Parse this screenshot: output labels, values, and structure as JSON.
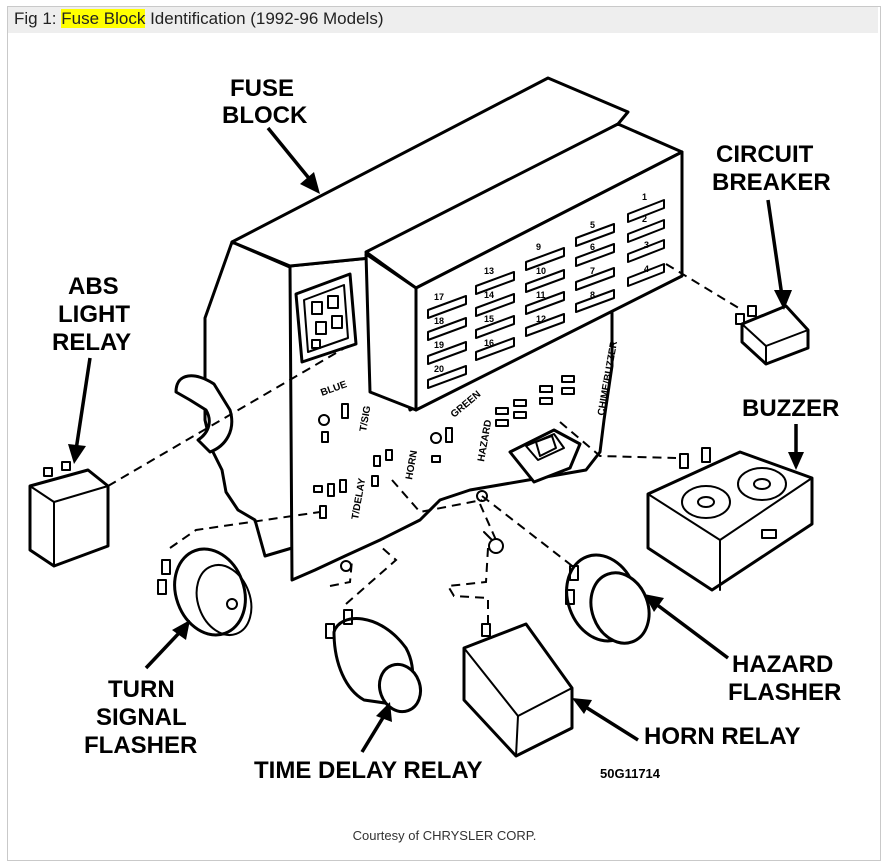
{
  "header": {
    "prefix": "Fig 1: ",
    "highlight": "Fuse Block",
    "rest": " Identification (1992-96 Models)"
  },
  "diagram": {
    "labels": {
      "fuse_block_1": "FUSE",
      "fuse_block_2": "BLOCK",
      "circuit_breaker_1": "CIRCUIT",
      "circuit_breaker_2": "BREAKER",
      "abs_1": "ABS",
      "abs_2": "LIGHT",
      "abs_3": "RELAY",
      "buzzer": "BUZZER",
      "turn_1": "TURN",
      "turn_2": "SIGNAL",
      "turn_3": "FLASHER",
      "hazard_1": "HAZARD",
      "hazard_2": "FLASHER",
      "horn_relay": "HORN RELAY",
      "time_delay_relay": "TIME DELAY RELAY",
      "code": "50G11714"
    },
    "terminals": {
      "blue": "BLUE",
      "tsig": "T/SIG",
      "green": "GREEN",
      "hazard": "HAZARD",
      "horn": "HORN",
      "tdelay": "T/DELAY",
      "chime": "CHIME/BUZZER"
    },
    "fuse_numbers": [
      "1",
      "2",
      "3",
      "4",
      "5",
      "6",
      "7",
      "8",
      "9",
      "10",
      "11",
      "12",
      "13",
      "14",
      "15",
      "16",
      "17",
      "18",
      "19",
      "20"
    ]
  },
  "footer": {
    "credit": "Courtesy of CHRYSLER CORP."
  }
}
